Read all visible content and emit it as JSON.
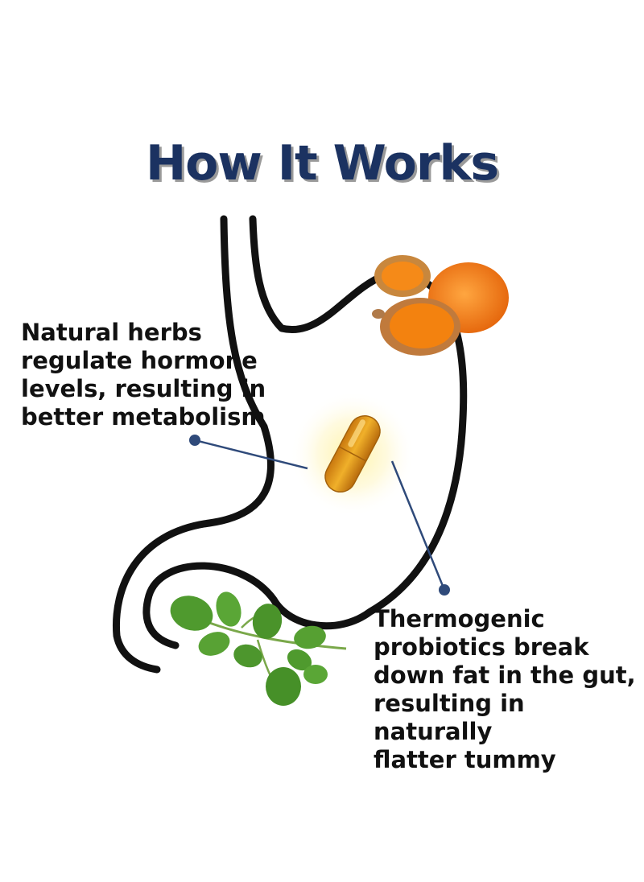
{
  "title": "How It Works",
  "callouts": {
    "left": "Natural herbs\nregulate hormone\nlevels, resulting in\nbetter metabolism",
    "right": "Thermogenic\nprobiotics break\ndown fat in the gut,\nresulting in naturally\nflatter tummy"
  },
  "colors": {
    "title": "#1b3261",
    "connector": "#2f4a7a",
    "stomach_outline": "#111111",
    "capsule": "#d7901a",
    "turmeric": "#f07a12",
    "leaf": "#4f9a2e"
  },
  "icons": [
    "stomach-outline",
    "capsule-icon",
    "turmeric-icon",
    "moringa-leaves-icon"
  ]
}
